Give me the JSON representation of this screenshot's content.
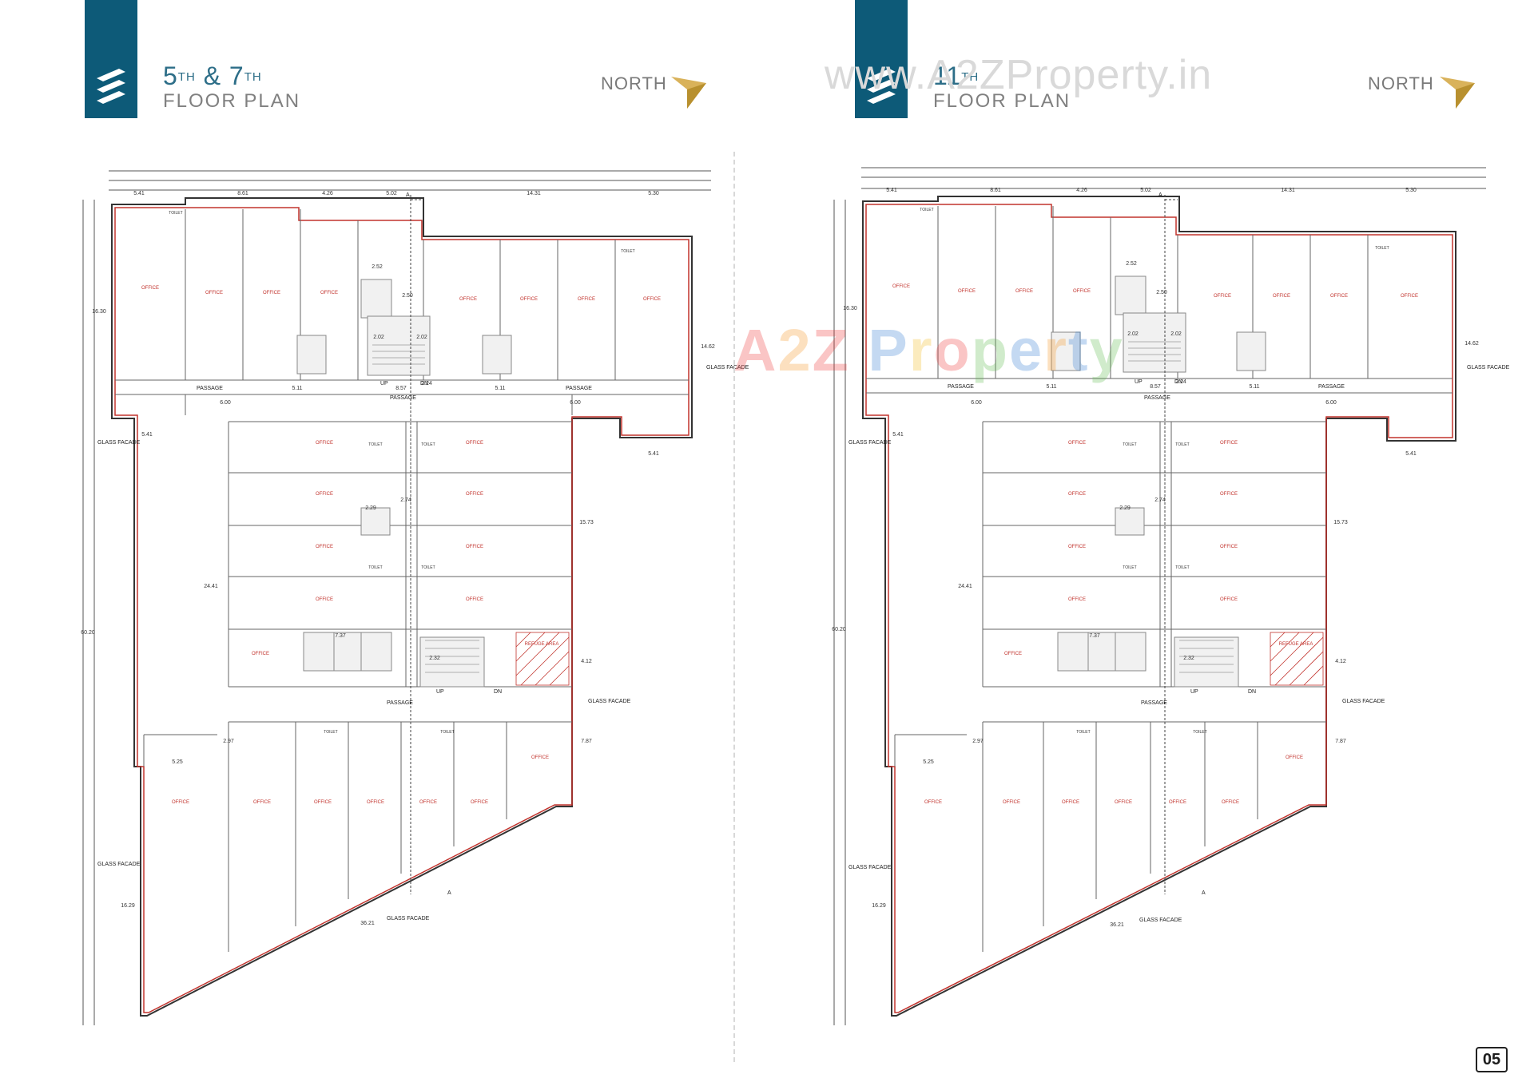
{
  "left": {
    "floor_main": "5",
    "floor_sup1": "TH",
    "floor_amp": " & 7",
    "floor_sup2": "TH",
    "subtitle": "FLOOR PLAN",
    "north": "NORTH"
  },
  "right": {
    "floor_main": "11",
    "floor_sup1": "TH",
    "subtitle": "FLOOR PLAN",
    "north": "NORTH"
  },
  "watermark": "www.A2ZProperty.in",
  "brand": [
    "A",
    "2",
    "Z",
    " P",
    "r",
    "o",
    "p",
    "e",
    "r",
    "t",
    "y"
  ],
  "page_number": "05",
  "plan_labels": {
    "glass_facade": "GLASS FACADE",
    "passage": "PASSAGE",
    "up": "UP",
    "dn": "DN",
    "a": "A",
    "dims_top": [
      "5.41",
      "8.61",
      "4.26",
      "5.02",
      "14.31",
      "5.30"
    ],
    "dims_side": [
      "16.30",
      "14.62",
      "24.41",
      "60.20",
      "15.73",
      "16.29",
      "36.21"
    ],
    "dims_mid": [
      "2.52",
      "2.50",
      "2.02",
      "2.02",
      "5.11",
      "8.57",
      "5.11",
      "6.00",
      "6.00",
      "2.74",
      "2.29",
      "2.24",
      "7.37",
      "2.32",
      "4.12",
      "7.87",
      "5.25",
      "2.97",
      "5.41",
      "5.41"
    ],
    "office": "OFFICE",
    "toilet": "TOILET",
    "refuge": "REFUGE AREA"
  }
}
